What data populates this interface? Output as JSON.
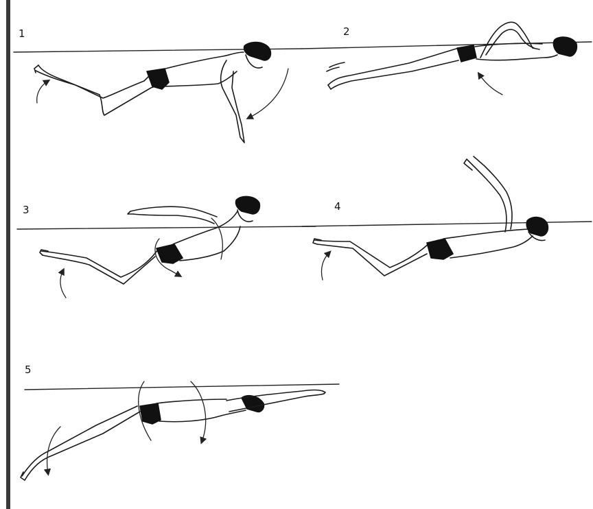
{
  "frames": [
    {
      "label": "1"
    },
    {
      "label": "2"
    },
    {
      "label": "3"
    },
    {
      "label": "4"
    },
    {
      "label": "5"
    }
  ],
  "colors": {
    "ink": "#1a1a1a",
    "border": "#3a3a3a",
    "background": "#ffffff"
  },
  "icons": [
    "swimmer-figure",
    "water-line",
    "curved-arrow"
  ]
}
